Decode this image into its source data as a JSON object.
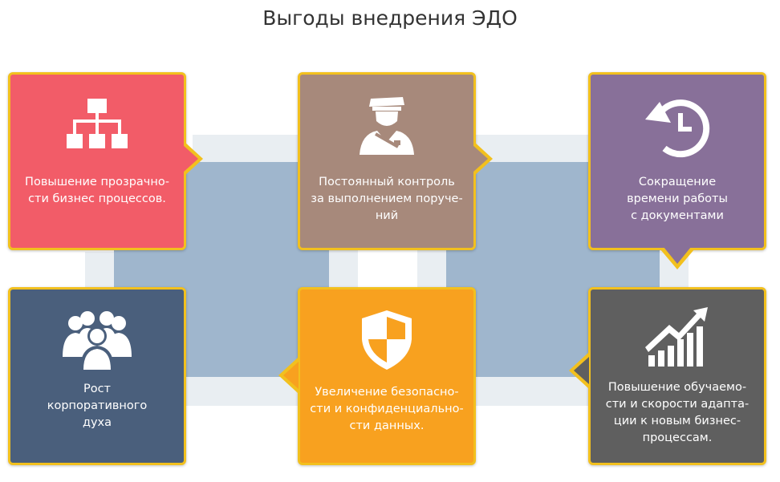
{
  "title": "Выгоды внедрения ЭДО",
  "colors": {
    "border": "#f2c01e",
    "card_red": "#f25c68",
    "card_brown": "#a7897b",
    "card_purple": "#887099",
    "card_navy": "#4a5f7c",
    "card_orange": "#f8a11f",
    "card_gray": "#5f5f5f",
    "frame_blue": "#9fb6cd",
    "frame_light": "#e9eef2"
  },
  "cards": [
    {
      "id": "transparency",
      "icon": "org-chart-icon",
      "label": "Повышение прозрачно-\nсти бизнес процессов."
    },
    {
      "id": "control",
      "icon": "officer-icon",
      "label": "Постоянный контроль\nза выполнением поруче-\nний"
    },
    {
      "id": "time",
      "icon": "history-clock-icon",
      "label": "Сокращение\nвремени работы\nс документами"
    },
    {
      "id": "spirit",
      "icon": "team-icon",
      "label": "Рост\nкорпоративного\nдуха"
    },
    {
      "id": "security",
      "icon": "shield-icon",
      "label": "Увеличение безопасно-\nсти и конфиденциально-\nсти данных."
    },
    {
      "id": "learning",
      "icon": "growth-chart-icon",
      "label": "Повышение обучаемо-\nсти и скорости адапта-\nции к новым бизнес-\nпроцессам."
    }
  ]
}
